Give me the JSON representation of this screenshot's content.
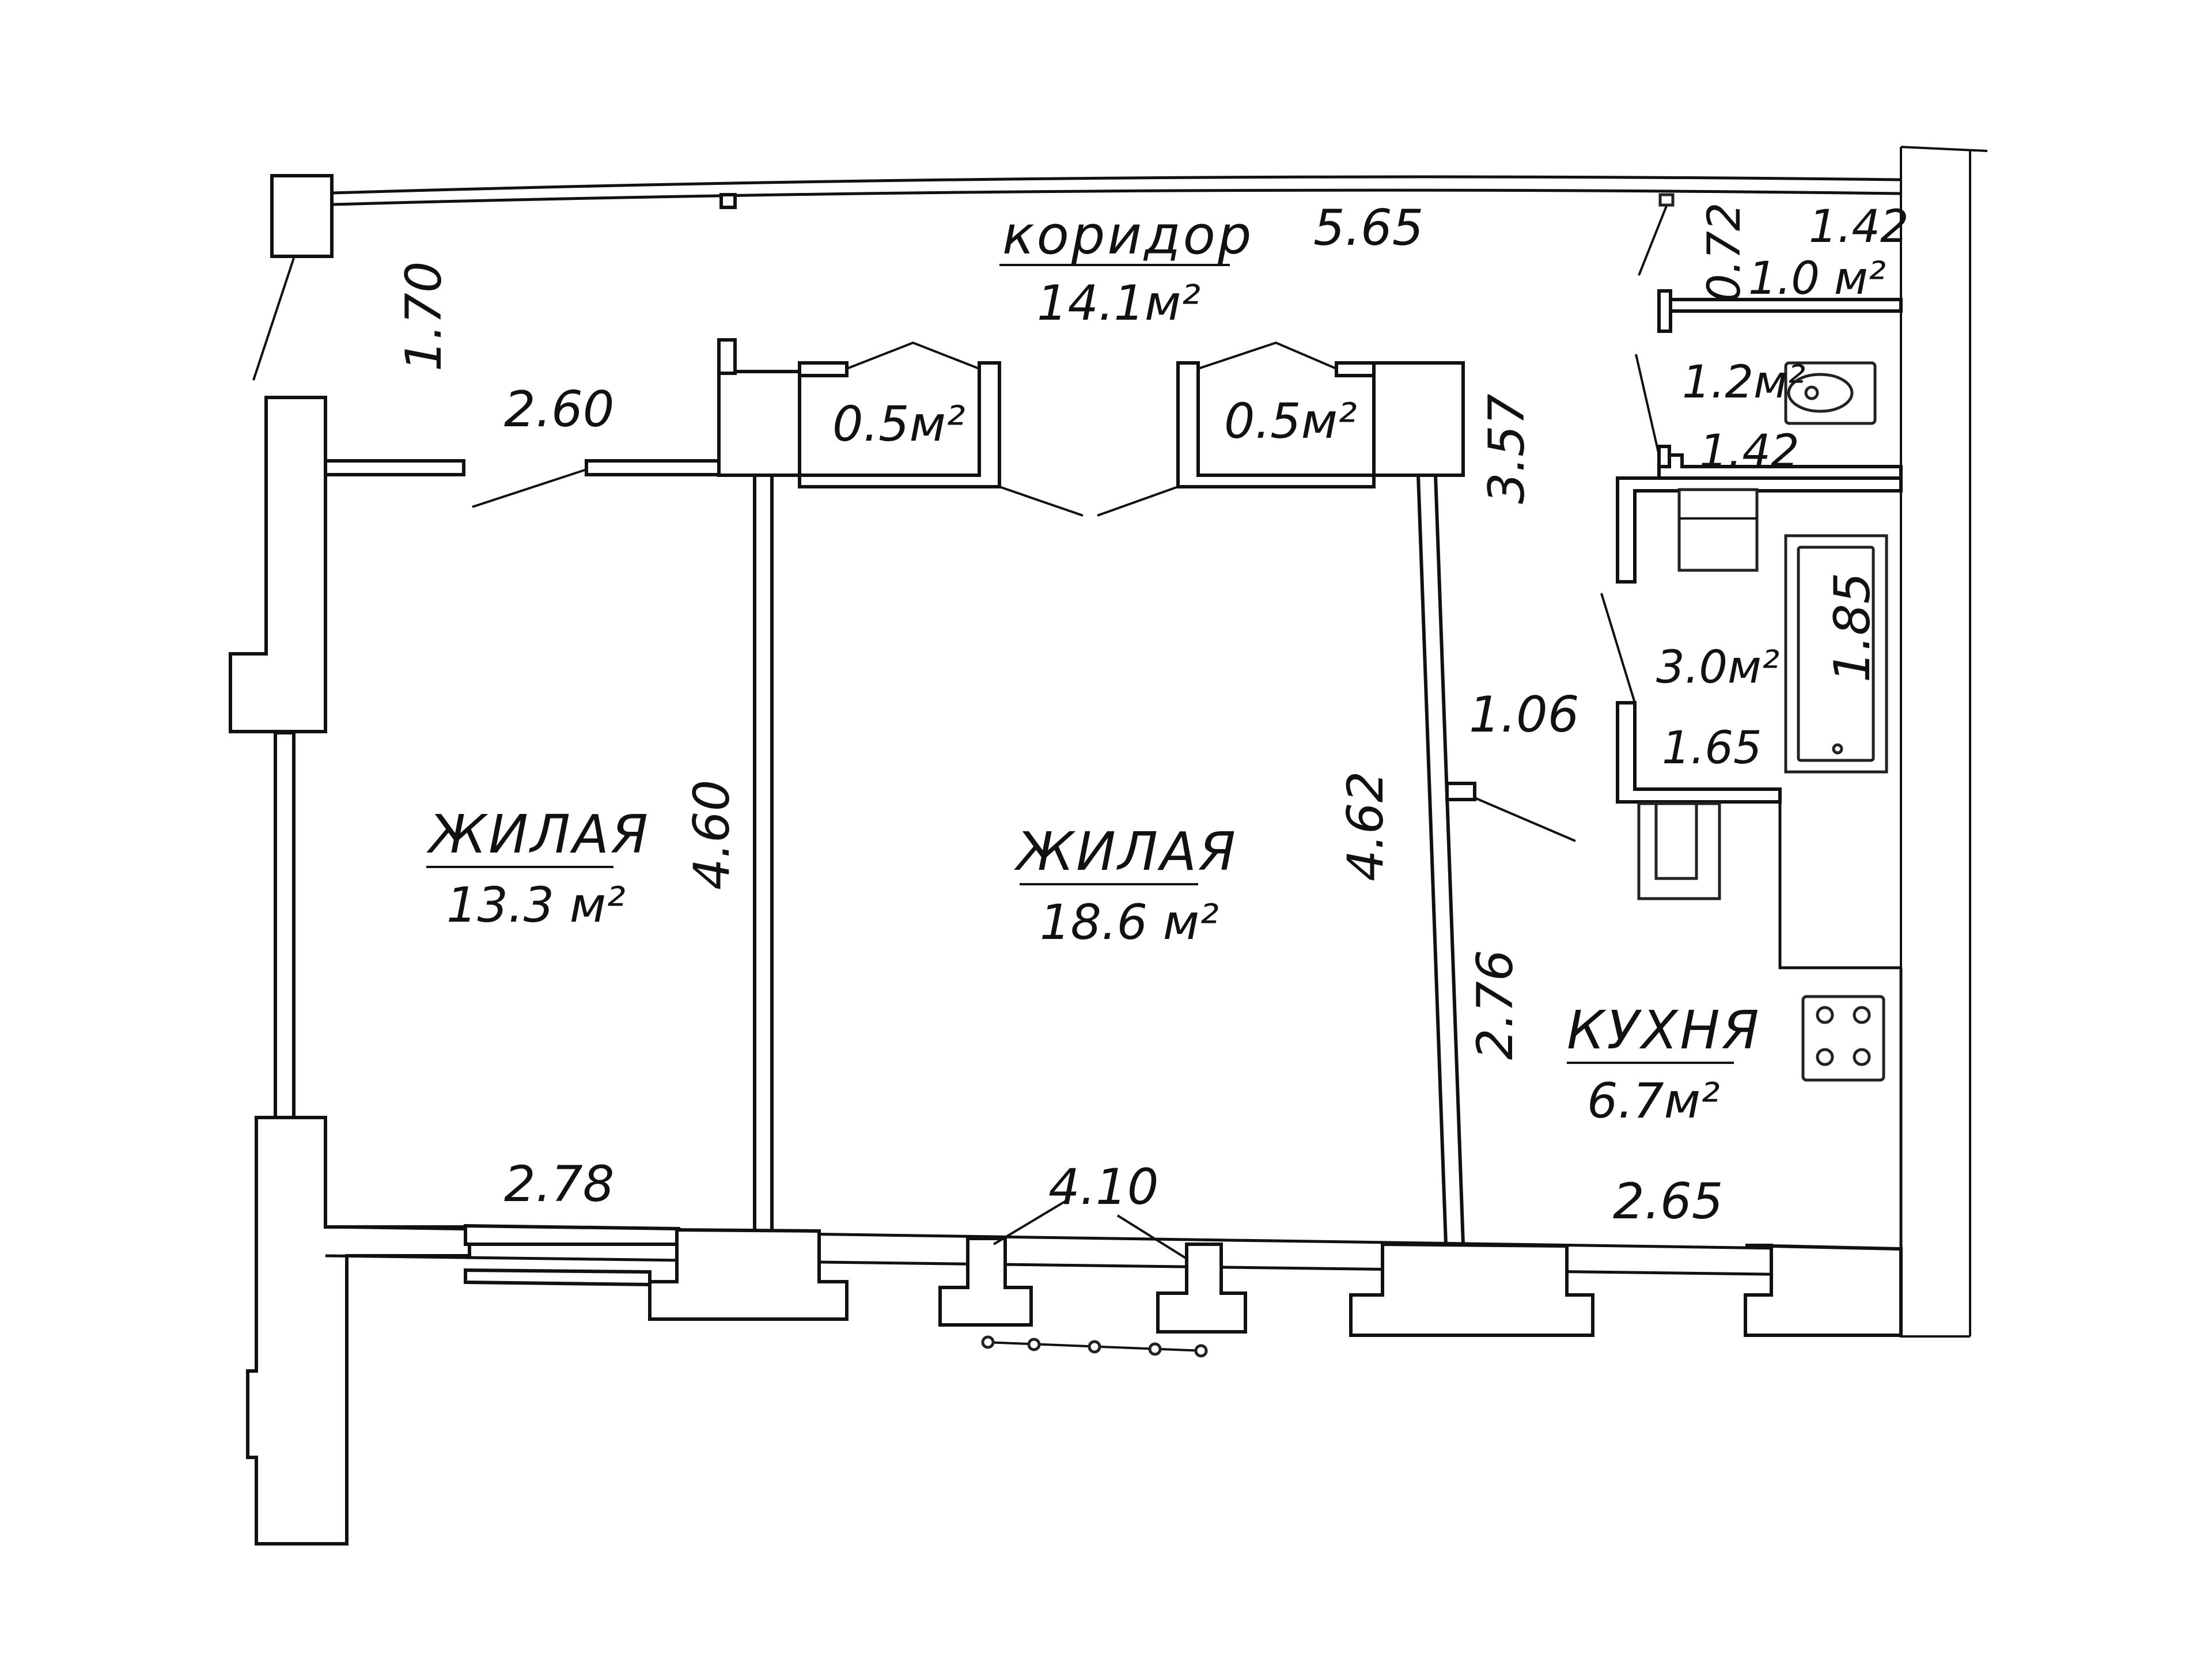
{
  "rooms": {
    "corridor": {
      "name": "коридор",
      "area": "14.1м²"
    },
    "living_left": {
      "name": "ЖИЛАЯ",
      "area": "13.3  м²"
    },
    "living_center": {
      "name": "ЖИЛАЯ",
      "area": "18.6  м²"
    },
    "kitchen": {
      "name": "КУХНЯ",
      "area": "6.7м²"
    },
    "closet_left": {
      "area": "0.5м²"
    },
    "closet_right": {
      "area": "0.5м²"
    },
    "storage": {
      "area": "1.0 м²"
    },
    "toilet": {
      "area": "1.2м²"
    },
    "bathroom": {
      "area": "3.0м²"
    }
  },
  "dimensions": {
    "corridor_length": "5.65",
    "corridor_left_width": "1.70",
    "hall_depth": "2.60",
    "storage_depth": "0.72",
    "storage_width": "1.42",
    "toilet_width": "1.42",
    "bath_length": "1.85",
    "bathroom_width": "1.65",
    "passage_width": "1.06",
    "center_depth": "3.57",
    "left_room_length": "4.60",
    "center_room_length": "4.62",
    "kitchen_length": "2.76",
    "left_room_width": "2.78",
    "center_room_width": "4.10",
    "kitchen_width": "2.65"
  },
  "colors": {
    "ink": "#111111",
    "paper": "#ffffff"
  }
}
